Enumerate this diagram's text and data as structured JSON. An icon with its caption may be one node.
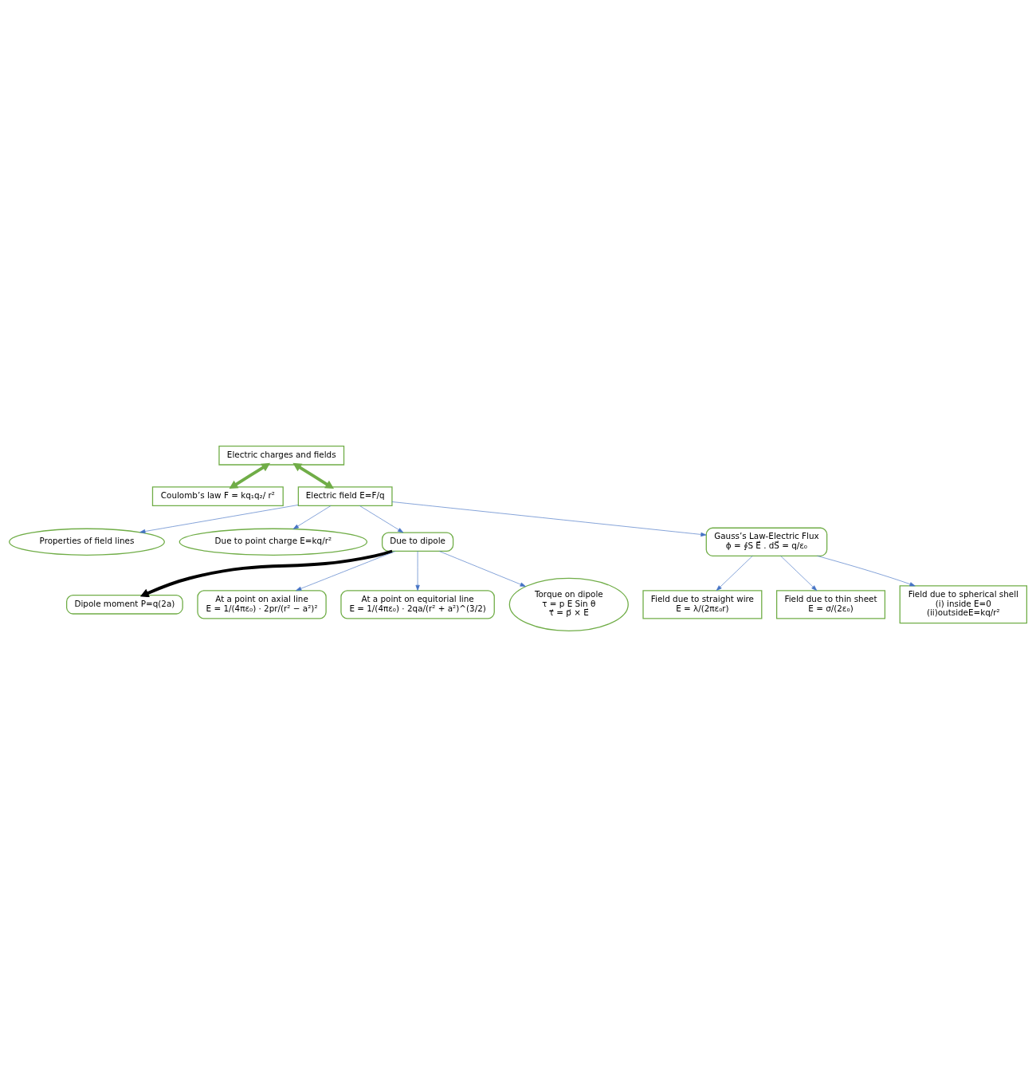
{
  "diagram": {
    "nodes": [
      {
        "text": [
          "Electric charges and fields"
        ]
      },
      {
        "text": [
          "Coulomb’s law F = kq₁q₂/ r²"
        ]
      },
      {
        "text": [
          "Electric field E=F/q"
        ]
      },
      {
        "text": [
          "Properties of field lines"
        ]
      },
      {
        "text": [
          "Due to point charge E=kq/r²"
        ]
      },
      {
        "text": [
          "Due to dipole"
        ]
      },
      {
        "text": [
          "Dipole moment P=q(2a)"
        ]
      },
      {
        "text": [
          "At a point on axial line",
          "E = 1/(4πε₀) · 2pr/(r² − a²)²"
        ]
      },
      {
        "text": [
          "At a point on equitorial line",
          "E = 1/(4πε₀) · 2qa/(r² + a²)^(3/2)"
        ]
      },
      {
        "text": [
          "Torque on dipole",
          "τ = p E Sin θ",
          "τ⃗ = p⃗ × E⃗"
        ]
      },
      {
        "text": [
          "Gauss’s Law-Electric Flux",
          "ϕ = ∮S E⃗ . dS⃗ = q/ε₀"
        ]
      },
      {
        "text": [
          "Field due to straight wire",
          "E = λ/(2πε₀r)"
        ]
      },
      {
        "text": [
          "Field due to thin sheet",
          "E = σ/(2ε₀)"
        ]
      },
      {
        "text": [
          "Field due to spherical shell",
          "(i) inside E=0",
          "(ii)outsideE=kq/r²"
        ]
      }
    ],
    "edges": [
      {
        "from": 0,
        "to": 1,
        "arrow": "both",
        "style": "thick",
        "color": "#70ad47"
      },
      {
        "from": 0,
        "to": 2,
        "arrow": "both",
        "style": "thick",
        "color": "#70ad47"
      },
      {
        "from": 2,
        "to": 3,
        "arrow": "to"
      },
      {
        "from": 2,
        "to": 4,
        "arrow": "to"
      },
      {
        "from": 2,
        "to": 5,
        "arrow": "to"
      },
      {
        "from": 2,
        "to": 10,
        "arrow": "to"
      },
      {
        "from": 5,
        "to": 6,
        "arrow": "to",
        "style": "thick",
        "color": "#000000"
      },
      {
        "from": 5,
        "to": 7,
        "arrow": "to"
      },
      {
        "from": 5,
        "to": 8,
        "arrow": "to"
      },
      {
        "from": 5,
        "to": 9,
        "arrow": "to"
      },
      {
        "from": 10,
        "to": 11,
        "arrow": "to"
      },
      {
        "from": 10,
        "to": 12,
        "arrow": "to"
      },
      {
        "from": 10,
        "to": 13,
        "arrow": "to"
      }
    ]
  }
}
